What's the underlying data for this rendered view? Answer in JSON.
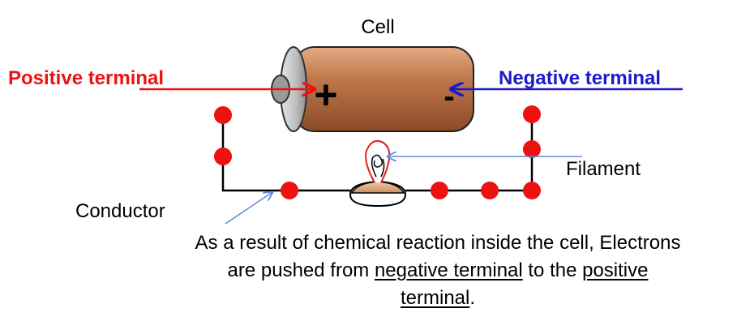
{
  "labels": {
    "cell": "Cell",
    "positive_terminal": "Positive terminal",
    "negative_terminal": "Negative terminal",
    "filament": "Filament",
    "conductor": "Conductor",
    "plus_sign": "+",
    "minus_sign": "-"
  },
  "caption": {
    "part1": "As a result of chemical reaction inside the cell, Electrons are pushed from ",
    "underline1": "negative terminal",
    "part2": " to the ",
    "underline2": "positive terminal",
    "part3": "."
  },
  "colors": {
    "positive": "#ee1111",
    "negative": "#1a1acc",
    "electron_dot": "#ee1111",
    "battery_body": "#b5653a",
    "arrow_pointer": "#5b8bd6",
    "wire": "#000000"
  }
}
